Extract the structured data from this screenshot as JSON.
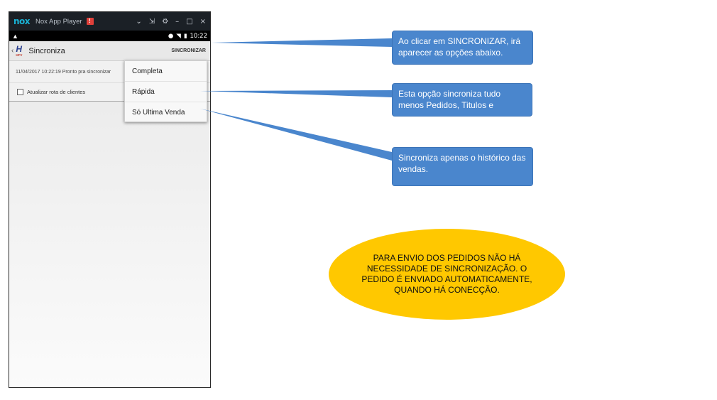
{
  "emulator": {
    "logo": "nox",
    "title": "Nox App Player",
    "badge": "!",
    "controls": [
      "⌄",
      "⇲",
      "⚙",
      "–",
      "□",
      "×"
    ]
  },
  "statusbar": {
    "time": "10:22"
  },
  "appbar": {
    "title": "Sincroniza",
    "sync_button": "SINCRONIZAR",
    "logo_letter": "H",
    "logo_sub": "HFV"
  },
  "sync_status": "11/04/2017 10:22:19 Pronto pra sincronizar",
  "update_route_label": "Atualizar rota de clientes",
  "menu": {
    "items": [
      "Completa",
      "Rápida",
      "Só Ultima Venda"
    ]
  },
  "callouts": {
    "sync": "Ao clicar em SINCRONIZAR, irá aparecer as opções abaixo.",
    "rapida": "Esta opção sincroniza tudo menos Pedidos, Titulos e",
    "ultima": "Sincroniza apenas o histórico das vendas."
  },
  "note": "PARA ENVIO DOS PEDIDOS NÃO HÁ NECESSIDADE DE SINCRONIZAÇÃO. O PEDIDO É ENVIADO AUTOMATICAMENTE, QUANDO HÁ CONECÇÃO.",
  "colors": {
    "callout": "#4a86cd",
    "note": "#ffc800",
    "nox_accent": "#19b3d6"
  }
}
